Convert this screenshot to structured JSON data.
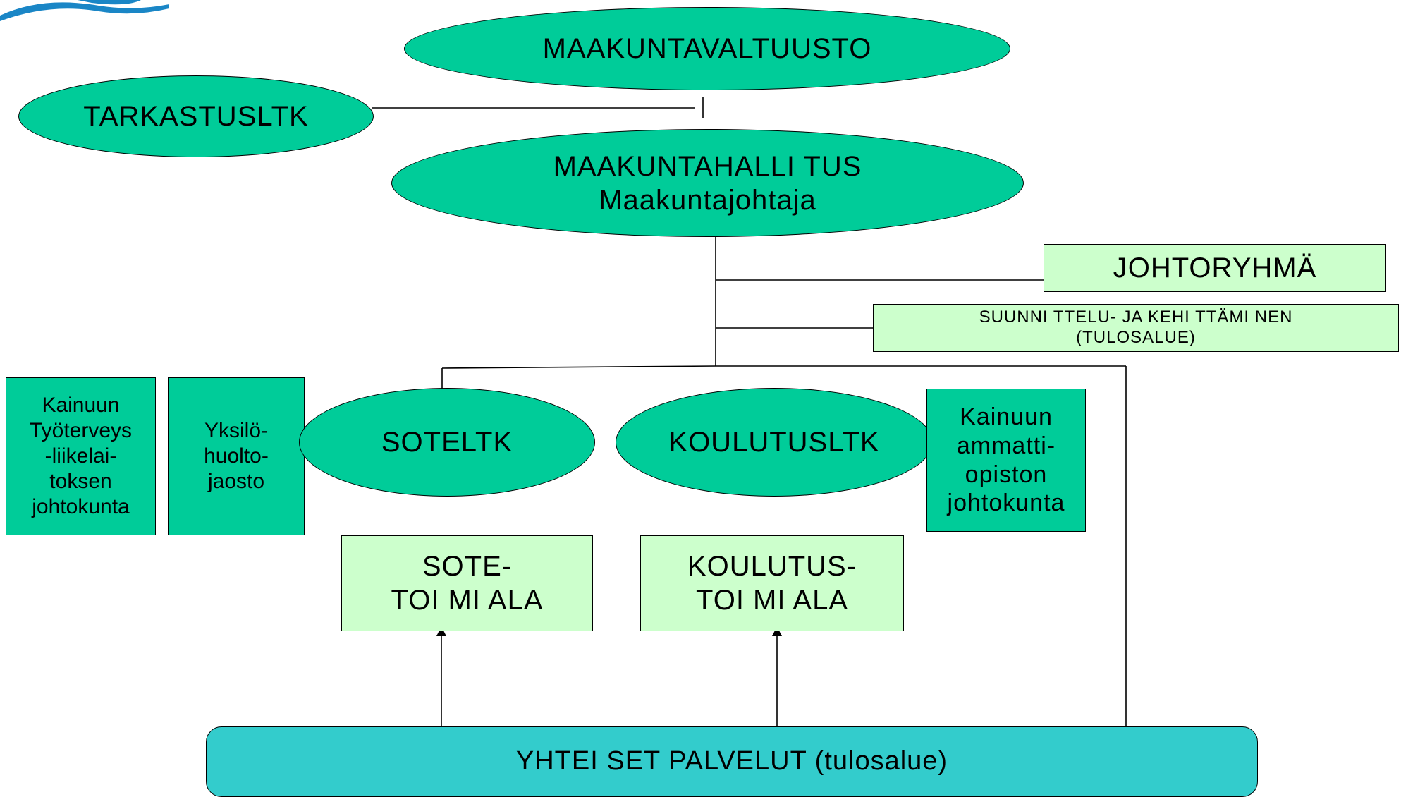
{
  "colors": {
    "ellipse_fill": "#00cc99",
    "green_box_fill": "#00cc99",
    "light_box_fill": "#ccffcc",
    "bottom_box_fill": "#33cccc",
    "logo_blue": "#1a86c6",
    "line_color": "#000000"
  },
  "logo": {
    "icon": "wave-logo-icon"
  },
  "nodes": {
    "maakuntavaltuusto": {
      "label": "MAAKUNTAVALTUUSTO"
    },
    "tarkastusltk": {
      "label": "TARKASTUSLTK"
    },
    "maakuntahallitus": {
      "label": "MAAKUNTAHALLI TUS",
      "sublabel": "Maakuntajohtaja"
    },
    "johtoryhma": {
      "label": "JOHTORYHMÄ"
    },
    "suunnittelu": {
      "line1": "SUUNNI TTELU- JA KEHI TTÄMI NEN",
      "line2": "(TULOSALUE)"
    },
    "kainuun_tyoterveys": {
      "lines": [
        "Kainuun",
        "Työterveys",
        "-liikelai-",
        "toksen",
        "johtokunta"
      ]
    },
    "yksilohuolto": {
      "lines": [
        "Yksilö-",
        "huolto-",
        "jaosto"
      ]
    },
    "soteltk": {
      "label": "SOTELTK"
    },
    "koulutusltk": {
      "label": "KOULUTUSLTK"
    },
    "kainuun_ammattiopisto": {
      "lines": [
        "Kainuun",
        "ammatti-",
        "opiston",
        "johtokunta"
      ]
    },
    "sote_toimiala": {
      "line1": "SOTE-",
      "line2": "TOI MI ALA"
    },
    "koulutus_toimiala": {
      "line1": "KOULUTUS-",
      "line2": "TOI MI ALA"
    },
    "yhteiset_palvelut": {
      "label": "YHTEI SET PALVELUT (tulosalue)"
    }
  }
}
